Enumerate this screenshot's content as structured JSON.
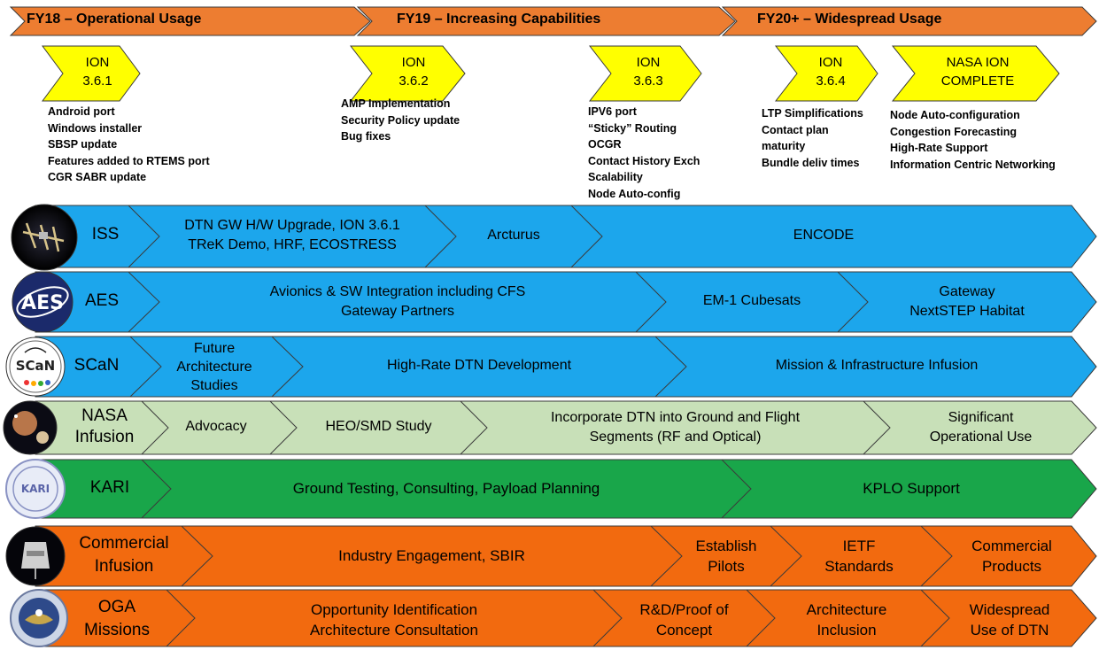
{
  "colors": {
    "timeline_orange": "#ED7D31",
    "milestone_yellow": "#FFFF00",
    "lane_blue": "#1CA6EC",
    "lane_light_green": "#C8E0B8",
    "lane_green": "#19A64A",
    "lane_orange": "#F26A0F",
    "outline": "#3A3A3A"
  },
  "timeline": [
    {
      "label": "FY18 – Operational Usage"
    },
    {
      "label": "FY19 – Increasing Capabilities"
    },
    {
      "label": "FY20+ – Widespread Usage"
    }
  ],
  "milestones": [
    {
      "title_lines": [
        "ION",
        "3.6.1"
      ],
      "notes": [
        "Android port",
        "Windows installer",
        "SBSP update",
        "Features added to RTEMS port",
        "CGR SABR update"
      ]
    },
    {
      "title_lines": [
        "ION",
        "3.6.2"
      ],
      "notes": [
        "AMP Implementation",
        "Security Policy update",
        "Bug fixes"
      ]
    },
    {
      "title_lines": [
        "ION",
        "3.6.3"
      ],
      "notes": [
        "IPV6 port",
        "“Sticky” Routing",
        "OCGR",
        "Contact History Exch",
        "Scalability",
        "Node Auto-config"
      ]
    },
    {
      "title_lines": [
        "ION",
        "3.6.4"
      ],
      "notes": [
        "LTP Simplifications",
        "Contact plan",
        "maturity",
        "Bundle deliv times"
      ]
    },
    {
      "title_lines": [
        "NASA ION",
        "COMPLETE"
      ],
      "notes": [
        "Node Auto-configuration",
        "Congestion Forecasting",
        "High-Rate Support",
        "Information Centric Networking"
      ]
    }
  ],
  "lanes": [
    {
      "name_lines": [
        "ISS"
      ],
      "logo": "iss-logo-icon",
      "color": "#1CA6EC",
      "segments": [
        [
          "DTN GW H/W Upgrade, ION 3.6.1",
          "TReK Demo, HRF, ECOSTRESS"
        ],
        [
          "Arcturus"
        ],
        [
          "ENCODE"
        ]
      ]
    },
    {
      "name_lines": [
        "AES"
      ],
      "logo": "aes-logo-icon",
      "color": "#1CA6EC",
      "segments": [
        [
          "Avionics & SW Integration including CFS",
          "Gateway Partners"
        ],
        [
          "EM-1 Cubesats"
        ],
        [
          "Gateway",
          "NextSTEP Habitat"
        ]
      ]
    },
    {
      "name_lines": [
        "SCaN"
      ],
      "logo": "scan-logo-icon",
      "color": "#1CA6EC",
      "segments": [
        [
          "Future",
          "Architecture",
          "Studies"
        ],
        [
          "High-Rate DTN Development"
        ],
        [
          "Mission & Infrastructure Infusion"
        ]
      ]
    },
    {
      "name_lines": [
        "NASA",
        "Infusion"
      ],
      "logo": "planets-logo-icon",
      "color": "#C8E0B8",
      "segments": [
        [
          "Advocacy"
        ],
        [
          "HEO/SMD Study"
        ],
        [
          "Incorporate DTN into Ground and Flight",
          "Segments (RF and Optical)"
        ],
        [
          "Significant",
          "Operational Use"
        ]
      ]
    },
    {
      "name_lines": [
        "KARI"
      ],
      "logo": "kari-logo-icon",
      "color": "#19A64A",
      "segments": [
        [
          "Ground Testing, Consulting, Payload Planning"
        ],
        [
          "KPLO Support"
        ]
      ]
    },
    {
      "name_lines": [
        "Commercial",
        "Infusion"
      ],
      "logo": "capsule-logo-icon",
      "color": "#F26A0F",
      "segments": [
        [
          "Industry Engagement, SBIR"
        ],
        [
          "Establish",
          "Pilots"
        ],
        [
          "IETF",
          "Standards"
        ],
        [
          "Commercial",
          "Products"
        ]
      ]
    },
    {
      "name_lines": [
        "OGA",
        "Missions"
      ],
      "logo": "dod-seal-logo-icon",
      "color": "#F26A0F",
      "segments": [
        [
          "Opportunity Identification",
          "Architecture Consultation"
        ],
        [
          "R&D/Proof of",
          "Concept"
        ],
        [
          "Architecture",
          "Inclusion"
        ],
        [
          "Widespread",
          "Use of DTN"
        ]
      ]
    }
  ]
}
